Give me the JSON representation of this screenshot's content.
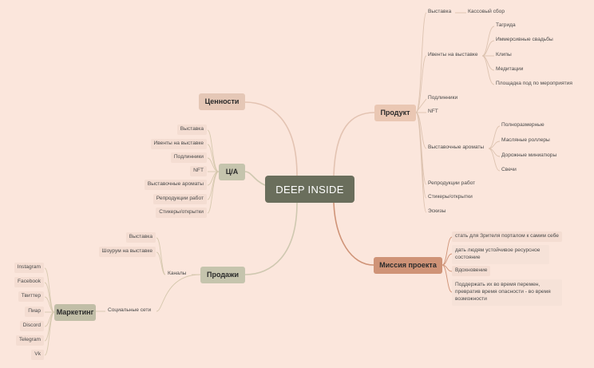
{
  "root": "DEEP INSIDE",
  "values": {
    "label": "Ценности"
  },
  "product": {
    "label": "Продукт",
    "exhibition": "Выставка",
    "box_office": "Кассовый сбор",
    "events": "Ивенты на выставке",
    "event_items": [
      "Тагрида",
      "Иммерсивные свадьбы",
      "Клипы",
      "Медитации",
      "Площадка под по мероприятия"
    ],
    "originals": "Подлинники",
    "nft": "NFT",
    "aromas": "Выставочные ароматы",
    "aroma_items": [
      "Полноразмерные",
      "Масляные роллеры",
      "Дорожные миниатюры",
      "Свечи"
    ],
    "reproductions": "Репродукции работ",
    "stickers": "Стикеры/открытки",
    "sketches": "Эскизы"
  },
  "ta": {
    "label": "Ц/А",
    "items": [
      "Выставка",
      "Ивенты на выставке",
      "Подлинники",
      "NFT",
      "Выставочные ароматы",
      "Репродукции работ",
      "Стикеры/открытки"
    ]
  },
  "mission": {
    "label": "Миссия проекта",
    "items": [
      "стать для Зрителя порталом к самим себе",
      "дать людям устойчивое ресурсное состояние",
      "Вдохновение",
      "Поддержать их во время перемен, превратив время опасности - во время возможности"
    ]
  },
  "sales": {
    "label": "Продажи",
    "channels": "Каналы",
    "channel_items": [
      "Выставка",
      "Шоурум на выставке"
    ],
    "social": "Социальные сети"
  },
  "marketing": {
    "label": "Маркетинг",
    "items": [
      "Instagram",
      "Facebook",
      "Твиттер",
      "Пиар",
      "Discord",
      "Telegram",
      "Vk"
    ]
  },
  "colors": {
    "background": "#fbe6dc",
    "root": "#6a6e5c",
    "link_main": "#d8b5a2",
    "link_leaf": "#c9b59a"
  }
}
